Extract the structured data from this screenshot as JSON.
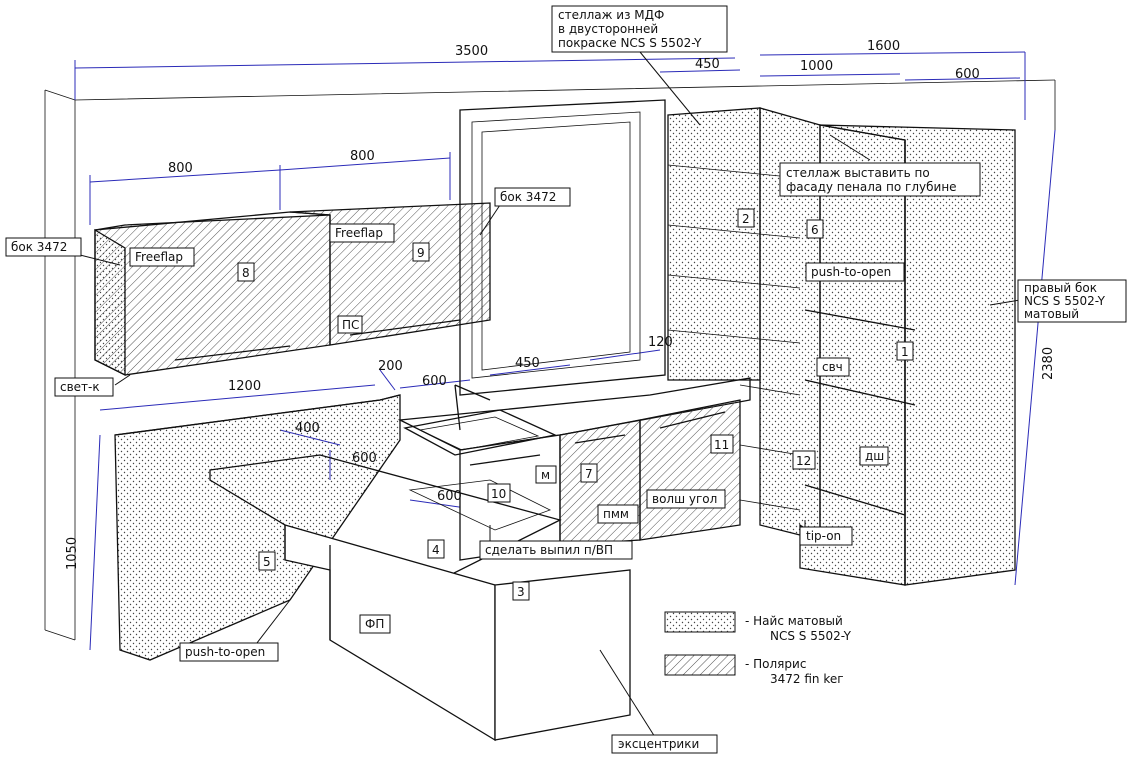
{
  "colors": {
    "dimension_lines": "#2b2bb8",
    "outline": "#111111",
    "background": "#ffffff"
  },
  "dimensions": {
    "total_width": "3500",
    "right_run": "1600",
    "shelf_depth": "450",
    "right_mid": "1000",
    "tall_depth": "600",
    "upper_left": "800",
    "upper_right": "800",
    "height_total": "2380",
    "counter_height": "1050",
    "peninsula_len": "1200",
    "gap_200": "200",
    "sink_600": "600",
    "window_450": "450",
    "window_120": "120",
    "island_600a": "600",
    "island_600b": "600",
    "island_400": "400"
  },
  "labels": {
    "shelf_mdf": [
      "стеллаж из МДФ",
      "в двусторонней",
      "покраске NCS S 5502-Y"
    ],
    "shelf_align": [
      "стеллаж выставить по",
      "фасаду пенала по глубине"
    ],
    "side_left": "бок 3472",
    "side_mid": "бок 3472",
    "right_side": [
      "правый бок",
      "NCS S 5502-Y",
      "матовый"
    ],
    "freeflap_left": "Freeflap",
    "freeflap_right": "Freeflap",
    "ps": "ПС",
    "light": "свет-к",
    "push_open_top": "push-to-open",
    "push_open_bottom": "push-to-open",
    "svch": "свч",
    "dsh": "дш",
    "m": "м",
    "pmm": "пмм",
    "corner": "волш угол",
    "tip_on": "tip-on",
    "cutout": "сделать выпил п/ВП",
    "fp": "ФП",
    "eccentrics": "эксцентрики"
  },
  "numbers": {
    "n1": "1",
    "n2": "2",
    "n3": "3",
    "n4": "4",
    "n5": "5",
    "n6": "6",
    "n7": "7",
    "n8": "8",
    "n9": "9",
    "n10": "10",
    "n11": "11",
    "n12": "12"
  },
  "legend": {
    "dotted": [
      "- Найс матовый",
      "NCS S 5502-Y"
    ],
    "hatched": [
      "- Полярис",
      "3472 fin keг"
    ]
  }
}
